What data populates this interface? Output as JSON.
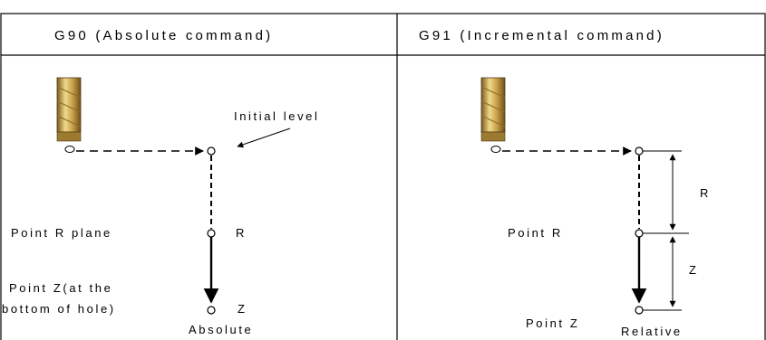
{
  "panels": {
    "absolute": {
      "header": "G90 (Absolute command)",
      "initial_level_label": "Initial level",
      "r_plane_label": "Point R plane",
      "r_marker": "R",
      "z_label_line1": "Point Z(at the",
      "z_label_line2": "bottom of hole)",
      "z_marker": "Z",
      "mode_label": "Absolute"
    },
    "incremental": {
      "header": "G91 (Incremental command)",
      "r_label": "Point R",
      "r_dimension": "R",
      "z_dimension": "Z",
      "z_label": "Point Z",
      "mode_label": "Relative"
    }
  },
  "icons": {
    "tool": "end-mill-tool-icon"
  },
  "colors": {
    "line": "#000000",
    "tool_gold": "#c8a24a",
    "tool_tip": "#8a6d2c"
  }
}
